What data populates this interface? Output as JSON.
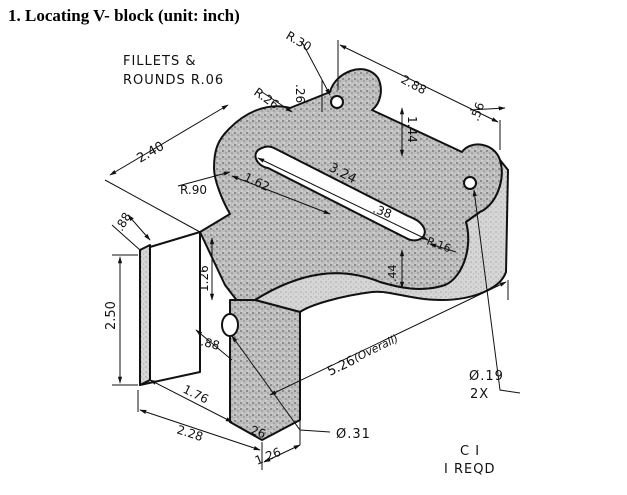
{
  "heading": "1.   Locating V- block (unit: inch)",
  "notes": {
    "fillets_line1": "FILLETS &",
    "fillets_line2": "ROUNDS R.06",
    "hole_dia": "Ø.19",
    "hole_qty": "2X",
    "bore_dia": "Ø.31",
    "material": "C I",
    "qty": "I REQD"
  },
  "dimensions": {
    "r30": "R.30",
    "d288": "2.88",
    "d26_top": ".26",
    "r26": "R.26",
    "d144": "1.44",
    "d56": ".56",
    "d240": "2.40",
    "d324": "3.24",
    "r90": "R.90",
    "d162": "1.62",
    "d38": ".38",
    "r16": "R.16",
    "d88_left": ".88",
    "d126_vert": "1.26",
    "d44": ".44",
    "d250": "2.50",
    "d88_mid": ".88",
    "d526": "5.26",
    "overall": "(Overall)",
    "d176": "1.76",
    "d228": "2.28",
    "d26_bottom": ".26",
    "d126_bottom": "1.26"
  }
}
